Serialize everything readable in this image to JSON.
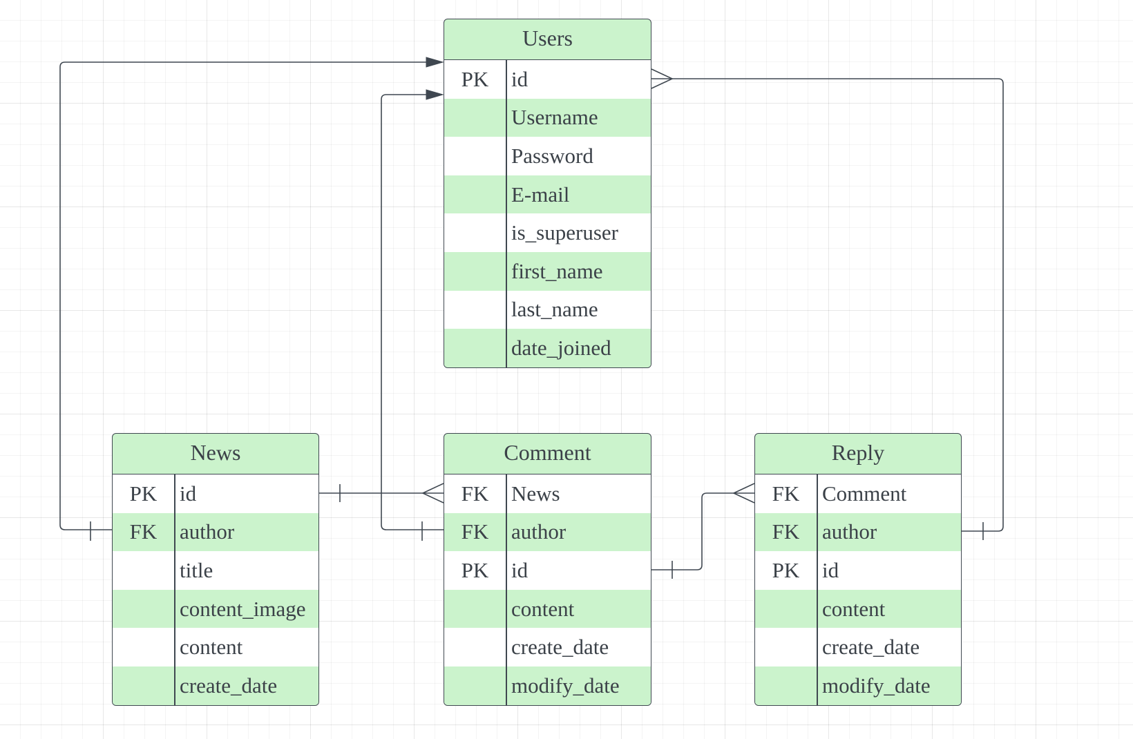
{
  "diagram": {
    "entities": [
      {
        "id": "users",
        "title": "Users",
        "rows": [
          {
            "key": "PK",
            "field": "id"
          },
          {
            "key": "",
            "field": "Username"
          },
          {
            "key": "",
            "field": "Password"
          },
          {
            "key": "",
            "field": "E-mail"
          },
          {
            "key": "",
            "field": "is_superuser"
          },
          {
            "key": "",
            "field": "first_name"
          },
          {
            "key": "",
            "field": "last_name"
          },
          {
            "key": "",
            "field": "date_joined"
          }
        ]
      },
      {
        "id": "news",
        "title": "News",
        "rows": [
          {
            "key": "PK",
            "field": "id"
          },
          {
            "key": "FK",
            "field": "author"
          },
          {
            "key": "",
            "field": "title"
          },
          {
            "key": "",
            "field": "content_image"
          },
          {
            "key": "",
            "field": "content"
          },
          {
            "key": "",
            "field": "create_date"
          }
        ]
      },
      {
        "id": "comment",
        "title": "Comment",
        "rows": [
          {
            "key": "FK",
            "field": "News"
          },
          {
            "key": "FK",
            "field": "author"
          },
          {
            "key": "PK",
            "field": "id"
          },
          {
            "key": "",
            "field": "content"
          },
          {
            "key": "",
            "field": "create_date"
          },
          {
            "key": "",
            "field": "modify_date"
          }
        ]
      },
      {
        "id": "reply",
        "title": "Reply",
        "rows": [
          {
            "key": "FK",
            "field": "Comment"
          },
          {
            "key": "FK",
            "field": "author"
          },
          {
            "key": "PK",
            "field": "id"
          },
          {
            "key": "",
            "field": "content"
          },
          {
            "key": "",
            "field": "create_date"
          },
          {
            "key": "",
            "field": "modify_date"
          }
        ]
      }
    ],
    "relationships": [
      {
        "from": "news.author",
        "to": "users.id",
        "from_end": "one",
        "to_end": "arrow"
      },
      {
        "from": "comment.author",
        "to": "users.id",
        "from_end": "one",
        "to_end": "arrow"
      },
      {
        "from": "news.id",
        "to": "comment.News",
        "from_end": "one",
        "to_end": "many"
      },
      {
        "from": "comment.id",
        "to": "reply.Comment",
        "from_end": "one",
        "to_end": "many"
      },
      {
        "from": "reply.author",
        "to": "users.id",
        "from_end": "one",
        "to_end": "many"
      }
    ]
  },
  "colors": {
    "header": "#cbf3cc",
    "stripe": "#cbf3cc",
    "row": "#ffffff",
    "line": "#3f4750",
    "text": "#3b4148"
  }
}
